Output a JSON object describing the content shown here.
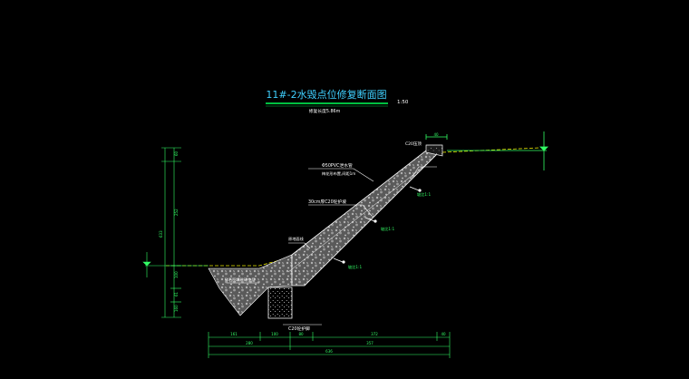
{
  "drawing": {
    "title": "11#-2水毁点位修复断面图",
    "scale": "1:50",
    "subtitle": "修复长度5.86m"
  },
  "annotations": {
    "c20_cap": "C20压顶",
    "pvc_drain": "Φ50PVC泄水管",
    "drain_spacing": "梅花形布置,间距1m",
    "c20_concrete": "30cm厚C20砼护坡",
    "original_ground": "原地面线",
    "foundation_fill": "碎石回填砂砾垫层",
    "c20_toe": "C20砼护脚",
    "slope_1": "坡比1:1",
    "slope_2": "坡比1:1",
    "slope_3": "坡比1:1"
  },
  "dimensions": {
    "bottom_row1": [
      "161",
      "100",
      "80",
      "372",
      "40"
    ],
    "bottom_row2": [
      "280",
      "357"
    ],
    "bottom_total": "636",
    "left_row": [
      "60",
      "252",
      "100",
      "61",
      "160"
    ],
    "left_total": "633",
    "top_right": "40"
  },
  "colors": {
    "background": "#000000",
    "line_white": "#ffffff",
    "line_green": "#33ff66",
    "line_yellow": "#e8e800",
    "fill_gray": "#7a7a7a",
    "title_underline": "#00c040"
  }
}
